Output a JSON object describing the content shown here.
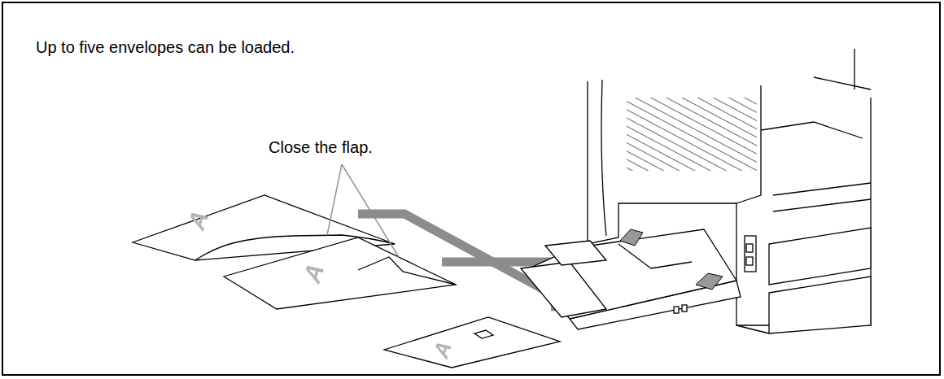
{
  "diagram": {
    "labels": [
      "Up to five envelopes can be loaded.",
      "Close the flap.",
      "A",
      "A",
      "A"
    ]
  }
}
